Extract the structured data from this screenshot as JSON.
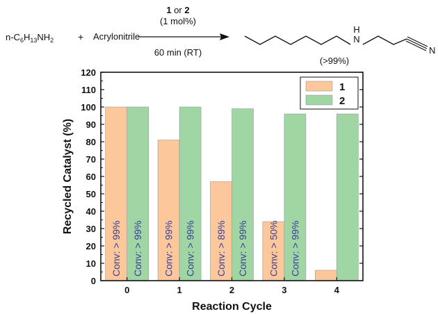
{
  "scheme": {
    "reactant1_prefix": "n-C",
    "reactant1_sub1": "6",
    "reactant1_mid": "H",
    "reactant1_sub2": "13",
    "reactant1_suffix": "NH",
    "reactant1_sub3": "2",
    "plus": "+",
    "reactant2": "Acrylonitrile",
    "catalyst_a": "1",
    "catalyst_or": " or ",
    "catalyst_b": "2",
    "loading": "(1 mol%)",
    "conditions": "60 min (RT)",
    "product_H": "H",
    "product_N": "N",
    "product_N_label": "N",
    "yield": "(>99%)"
  },
  "chart_data": {
    "type": "bar",
    "categories": [
      "0",
      "1",
      "2",
      "3",
      "4"
    ],
    "series": [
      {
        "name": "1",
        "values": [
          100,
          81,
          57,
          34,
          6
        ],
        "color": "#fcc89b"
      },
      {
        "name": "2",
        "values": [
          100,
          100,
          99,
          96,
          96
        ],
        "color": "#9fd6a3"
      }
    ],
    "annotations": {
      "1": [
        "Conv: > 99%",
        "Conv: > 99%",
        "Conv: > 89%",
        "Conv: > 50%",
        ""
      ],
      "2": [
        "Conv: > 99%",
        "Conv: > 99%",
        "Conv: > 99%",
        "Conv: > 99%",
        ""
      ]
    },
    "annotation_color": "#3a3f9a",
    "xlabel": "Reaction Cycle",
    "ylabel": "Recycled Catalyst (%)",
    "ylim": [
      0,
      120
    ],
    "yticks": [
      "0",
      "10",
      "20",
      "30",
      "40",
      "50",
      "60",
      "70",
      "80",
      "90",
      "100",
      "110",
      "120"
    ],
    "grid": false,
    "legend": "top-right"
  }
}
